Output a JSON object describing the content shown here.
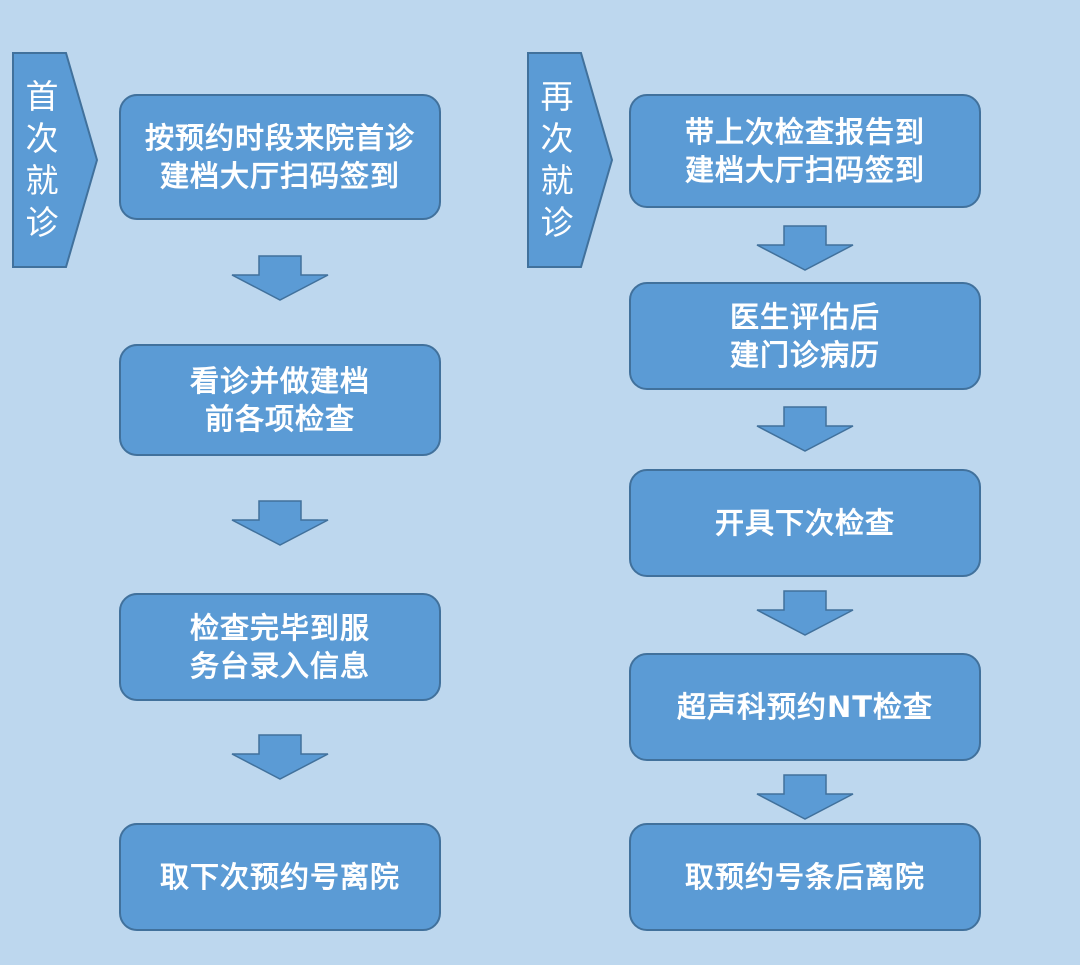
{
  "colors": {
    "background": "#bdd7ee",
    "box_fill": "#5b9bd5",
    "box_border": "#41719c",
    "text": "#ffffff"
  },
  "left": {
    "tag": [
      "首",
      "次",
      "就",
      "诊"
    ],
    "steps": [
      {
        "lines": [
          "按预约时段来院首诊",
          "建档大厅扫码签到"
        ]
      },
      {
        "lines": [
          "看诊并做建档",
          "前各项检查"
        ]
      },
      {
        "lines": [
          "检查完毕到服",
          "务台录入信息"
        ]
      },
      {
        "lines": [
          "取下次预约号离院"
        ]
      }
    ]
  },
  "right": {
    "tag": [
      "再",
      "次",
      "就",
      "诊"
    ],
    "steps": [
      {
        "lines": [
          "带上次检查报告到",
          "建档大厅扫码签到"
        ]
      },
      {
        "lines": [
          "医生评估后",
          "建门诊病历"
        ]
      },
      {
        "lines": [
          "开具下次检查"
        ]
      },
      {
        "lines": [
          "超声科预约NT检查"
        ]
      },
      {
        "lines": [
          "取预约号条后离院"
        ]
      }
    ]
  }
}
